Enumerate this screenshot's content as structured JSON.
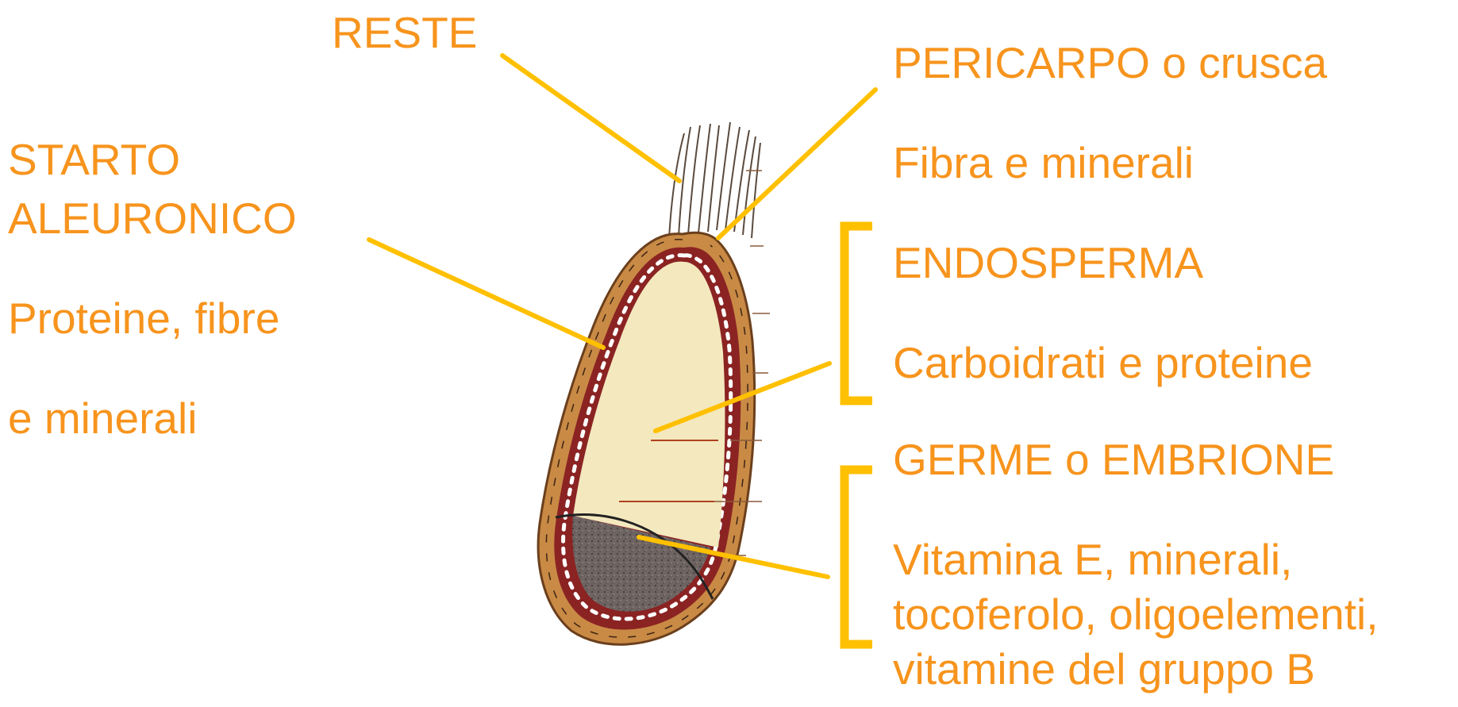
{
  "labels": {
    "reste": "RESTE",
    "aleuronico_title_1": "STARTO",
    "aleuronico_title_2": "ALEURONICO",
    "aleuronico_desc_1": "Proteine, fibre",
    "aleuronico_desc_2": "e minerali",
    "pericarpo_title": "PERICARPO o crusca",
    "pericarpo_desc": "Fibra e minerali",
    "endosperma_title": "ENDOSPERMA",
    "endosperma_desc": "Carboidrati e proteine",
    "germe_title": "GERME o EMBRIONE",
    "germe_desc_1": "Vitamina E, minerali,",
    "germe_desc_2": "tocoferolo, oligoelementi,",
    "germe_desc_3": "vitamine del gruppo B"
  },
  "colors": {
    "label_text": "#F7941D",
    "leader_line": "#FFC000",
    "bracket": "#FFC000",
    "pericarp": "#C98A45",
    "aleurone": "#8B2323",
    "endosperm": "#F3E8BE",
    "germ": "#6E6462"
  }
}
